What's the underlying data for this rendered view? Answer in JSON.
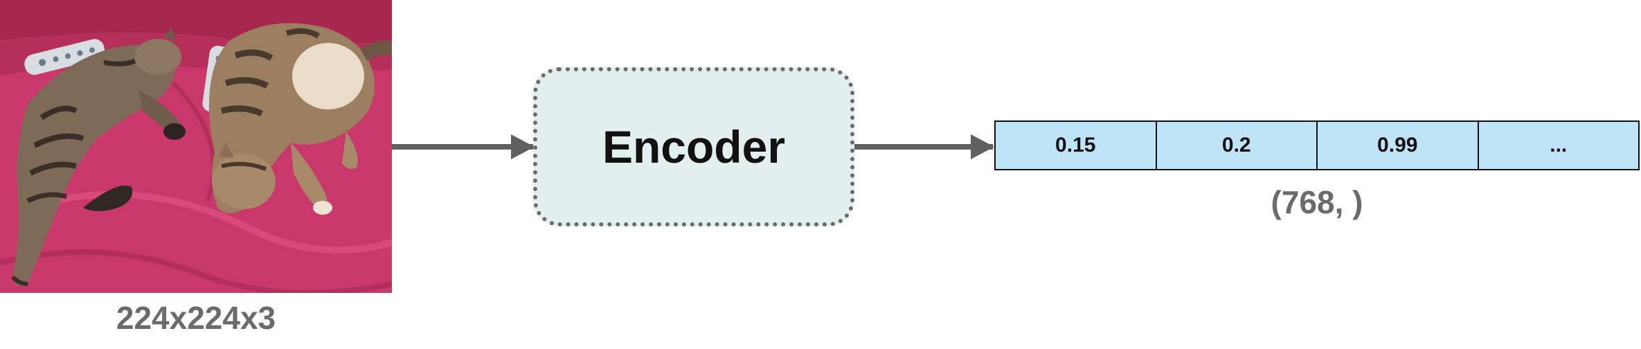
{
  "input": {
    "image_subject": "two tabby cats sleeping on a pink blanket with two TV remotes",
    "shape_label": "224x224x3"
  },
  "encoder": {
    "label": "Encoder"
  },
  "output": {
    "cells": [
      "0.15",
      "0.2",
      "0.99",
      "..."
    ],
    "shape_label": "(768, )"
  },
  "colors": {
    "encoder_fill": "#e2efee",
    "encoder_border": "#6a6a6a",
    "vector_fill": "#bfe3f7",
    "arrow": "#606060",
    "caption": "#6b6b6b",
    "blanket": "#c8386a"
  }
}
